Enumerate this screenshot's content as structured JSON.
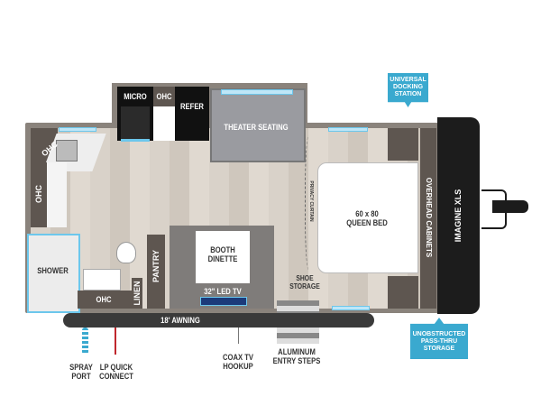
{
  "floorplan": {
    "brand_logo": "IMAGINE XLS",
    "rooms": {
      "micro": "MICRO",
      "ohc_kitchen": "OHC",
      "refer": "REFER",
      "theater_seating": "THEATER SEATING",
      "ohc_corner": "OHC",
      "ohc_left": "OHC",
      "shower": "SHOWER",
      "ohc_bath": "OHC",
      "linen": "LINEN",
      "pantry": "PANTRY",
      "booth_dinette": "BOOTH\nDINETTE",
      "led_tv": "32\" LED TV",
      "privacy_curtain": "PRIVACY CURTAIN",
      "shoe_storage": "SHOE\nSTORAGE",
      "queen_bed": "60 x 80\nQUEEN BED",
      "overhead_cabinets": "OVERHEAD CABINETS"
    },
    "exterior": {
      "awning": "18' AWNING",
      "spray_port": "SPRAY\nPORT",
      "lp_quick_connect": "LP QUICK\nCONNECT",
      "coax_tv_hookup": "COAX TV\nHOOKUP",
      "aluminum_entry_steps": "ALUMINUM\nENTRY STEPS"
    },
    "callouts": {
      "universal_docking_station": "UNIVERSAL\nDOCKING\nSTATION",
      "pass_thru_storage": "UNOBSTRUCTED\nPASS-THRU\nSTORAGE"
    },
    "colors": {
      "accent": "#3aa9cf",
      "cap": "#1c1c1c",
      "floor": "#d9d2c9"
    }
  }
}
